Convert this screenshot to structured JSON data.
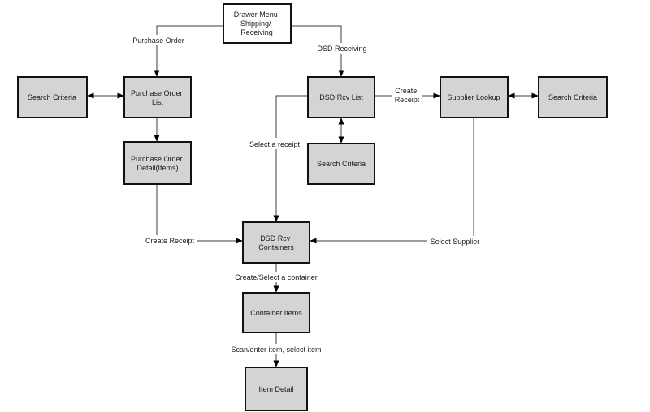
{
  "nodes": {
    "drawer_menu": {
      "lines": [
        "Drawer Menu",
        "Shipping/",
        "Receiving"
      ]
    },
    "search_criteria_left": {
      "label": "Search Criteria"
    },
    "purchase_order_list": {
      "lines": [
        "Purchase Order",
        "List"
      ]
    },
    "purchase_order_detail": {
      "lines": [
        "Purchase Order",
        "Detail(Items)"
      ]
    },
    "dsd_rcv_list": {
      "label": "DSD Rcv List"
    },
    "search_criteria_mid": {
      "label": "Search Criteria"
    },
    "supplier_lookup": {
      "label": "Supplier Lookup"
    },
    "search_criteria_right": {
      "label": "Search Criteria"
    },
    "dsd_rcv_containers": {
      "lines": [
        "DSD Rcv",
        "Containers"
      ]
    },
    "container_items": {
      "label": "Container Items"
    },
    "item_detail": {
      "label": "Item Detail"
    }
  },
  "edges": {
    "purchase_order": {
      "label": "Purchase Order"
    },
    "dsd_receiving": {
      "label": "DSD Receiving"
    },
    "create_receipt_to_supplier": {
      "lines": [
        "Create",
        "Receipt"
      ]
    },
    "select_a_receipt": {
      "label": "Select a receipt"
    },
    "create_receipt_from_po": {
      "label": "Create Receipt"
    },
    "select_supplier": {
      "label": "Select Supplier"
    },
    "create_select_container": {
      "label": "Create/Select a container"
    },
    "scan_enter_item": {
      "label": "Scan/enter item, select item"
    }
  },
  "colors": {
    "background": "#ffffff",
    "node_fill": "#d4d4d4",
    "drawer_menu_fill": "#ffffff",
    "node_border": "#111111",
    "connector": "#3c3c3c",
    "text": "#1a1a1a"
  }
}
